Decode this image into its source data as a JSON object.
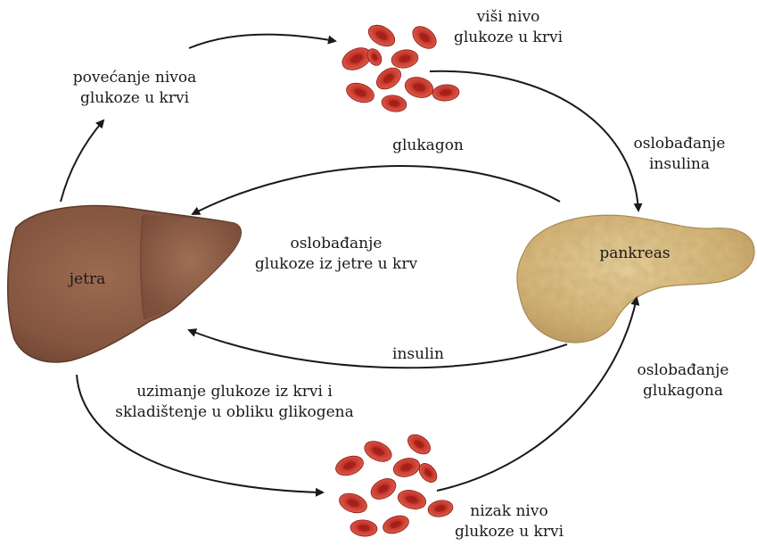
{
  "organs": {
    "liver": "jetra",
    "pancreas": "pankreas"
  },
  "labels": {
    "high_glucose": [
      "viši nivo",
      "glukoze u krvi"
    ],
    "increase_glucose": [
      "povećanje nivoa",
      "glukoze u krvi"
    ],
    "insulin_release": [
      "oslobađanje",
      "insulina"
    ],
    "glucagon": "glukagon",
    "glucose_release_from_liver": [
      "oslobađanje",
      "glukoze iz jetre u krv"
    ],
    "insulin": "insulin",
    "glucagon_release": [
      "oslobađanje",
      "glukagona"
    ],
    "glucose_uptake": [
      "uzimanje glukoze iz krvi i",
      "skladištenje u obliku glikogena"
    ],
    "low_glucose": [
      "nizak nivo",
      "glukoze u krvi"
    ]
  },
  "colors": {
    "liver": "#8a5a44",
    "pancreas": "#d8b878",
    "blood_cell": "#c0392b",
    "arrow": "#1a1a1a"
  }
}
